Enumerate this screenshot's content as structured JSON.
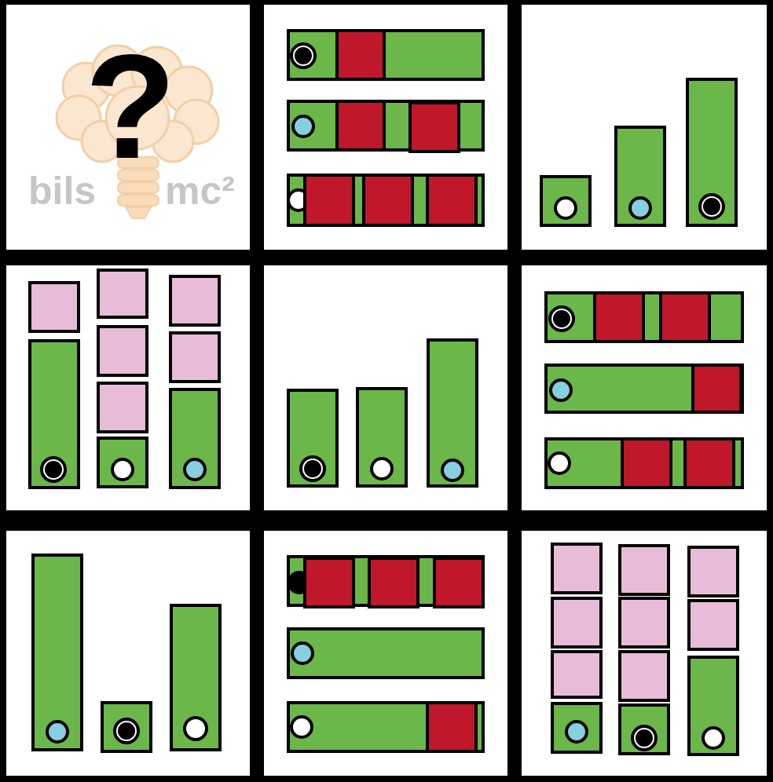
{
  "diagram": {
    "labels": [
      "?",
      "bils",
      "mc²"
    ]
  }
}
